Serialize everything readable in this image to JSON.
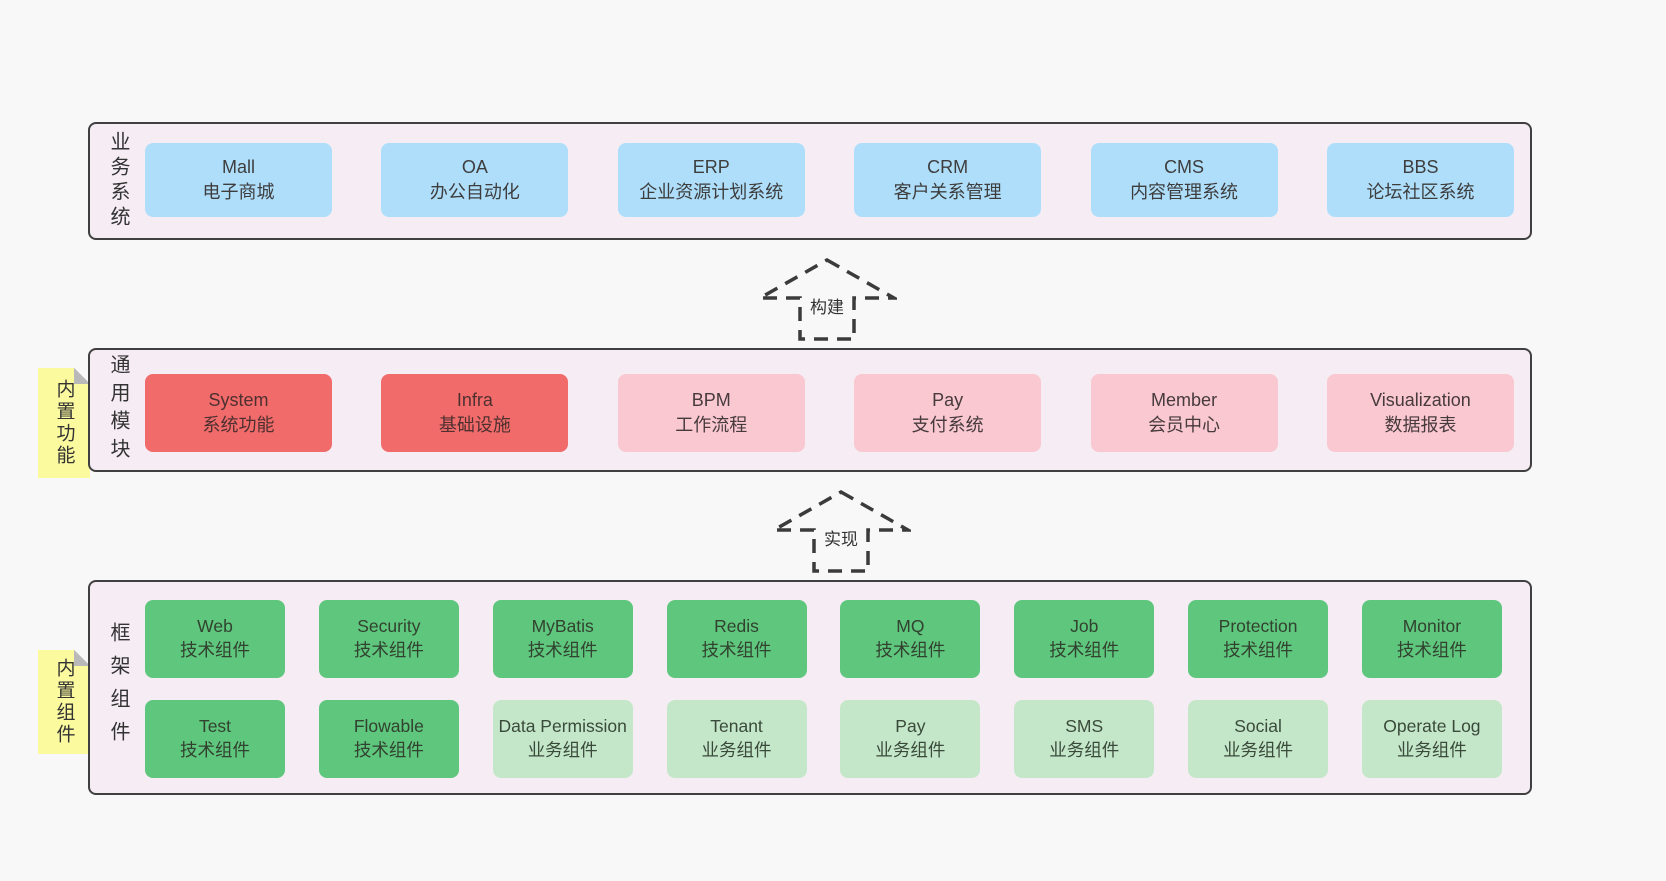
{
  "layers": {
    "business": {
      "label": "业务系统",
      "boxes": [
        {
          "title": "Mall",
          "subtitle": "电子商城"
        },
        {
          "title": "OA",
          "subtitle": "办公自动化"
        },
        {
          "title": "ERP",
          "subtitle": "企业资源计划系统"
        },
        {
          "title": "CRM",
          "subtitle": "客户关系管理"
        },
        {
          "title": "CMS",
          "subtitle": "内容管理系统"
        },
        {
          "title": "BBS",
          "subtitle": "论坛社区系统"
        }
      ]
    },
    "modules": {
      "label": "通用模块",
      "sticky": "内置功能",
      "boxes": [
        {
          "title": "System",
          "subtitle": "系统功能",
          "variant": "red"
        },
        {
          "title": "Infra",
          "subtitle": "基础设施",
          "variant": "red"
        },
        {
          "title": "BPM",
          "subtitle": "工作流程",
          "variant": "pink"
        },
        {
          "title": "Pay",
          "subtitle": "支付系统",
          "variant": "pink"
        },
        {
          "title": "Member",
          "subtitle": "会员中心",
          "variant": "pink"
        },
        {
          "title": "Visualization",
          "subtitle": "数据报表",
          "variant": "pink"
        }
      ]
    },
    "framework": {
      "label": "框架组件",
      "sticky": "内置组件",
      "row1": [
        {
          "title": "Web",
          "subtitle": "技术组件",
          "variant": "tech"
        },
        {
          "title": "Security",
          "subtitle": "技术组件",
          "variant": "tech"
        },
        {
          "title": "MyBatis",
          "subtitle": "技术组件",
          "variant": "tech"
        },
        {
          "title": "Redis",
          "subtitle": "技术组件",
          "variant": "tech"
        },
        {
          "title": "MQ",
          "subtitle": "技术组件",
          "variant": "tech"
        },
        {
          "title": "Job",
          "subtitle": "技术组件",
          "variant": "tech"
        },
        {
          "title": "Protection",
          "subtitle": "技术组件",
          "variant": "tech"
        },
        {
          "title": "Monitor",
          "subtitle": "技术组件",
          "variant": "tech"
        }
      ],
      "row2": [
        {
          "title": "Test",
          "subtitle": "技术组件",
          "variant": "tech"
        },
        {
          "title": "Flowable",
          "subtitle": "技术组件",
          "variant": "tech"
        },
        {
          "title": "Data Permission",
          "subtitle": "业务组件",
          "variant": "biz"
        },
        {
          "title": "Tenant",
          "subtitle": "业务组件",
          "variant": "biz"
        },
        {
          "title": "Pay",
          "subtitle": "业务组件",
          "variant": "biz"
        },
        {
          "title": "SMS",
          "subtitle": "业务组件",
          "variant": "biz"
        },
        {
          "title": "Social",
          "subtitle": "业务组件",
          "variant": "biz"
        },
        {
          "title": "Operate Log",
          "subtitle": "业务组件",
          "variant": "biz"
        }
      ]
    }
  },
  "arrows": {
    "build": "构建",
    "implement": "实现"
  },
  "colors": {
    "page_bg": "#f8f8f8",
    "panel_bg": "#f6edf4",
    "panel_border": "#404040",
    "box_blue": "#afdefb",
    "box_red": "#f16b6b",
    "box_pink": "#f9c8d0",
    "box_green": "#5fc67e",
    "box_green_light": "#c4e7c9",
    "sticky_yellow": "#fbfa9f",
    "arrow_outline": "#3b3b3b"
  }
}
